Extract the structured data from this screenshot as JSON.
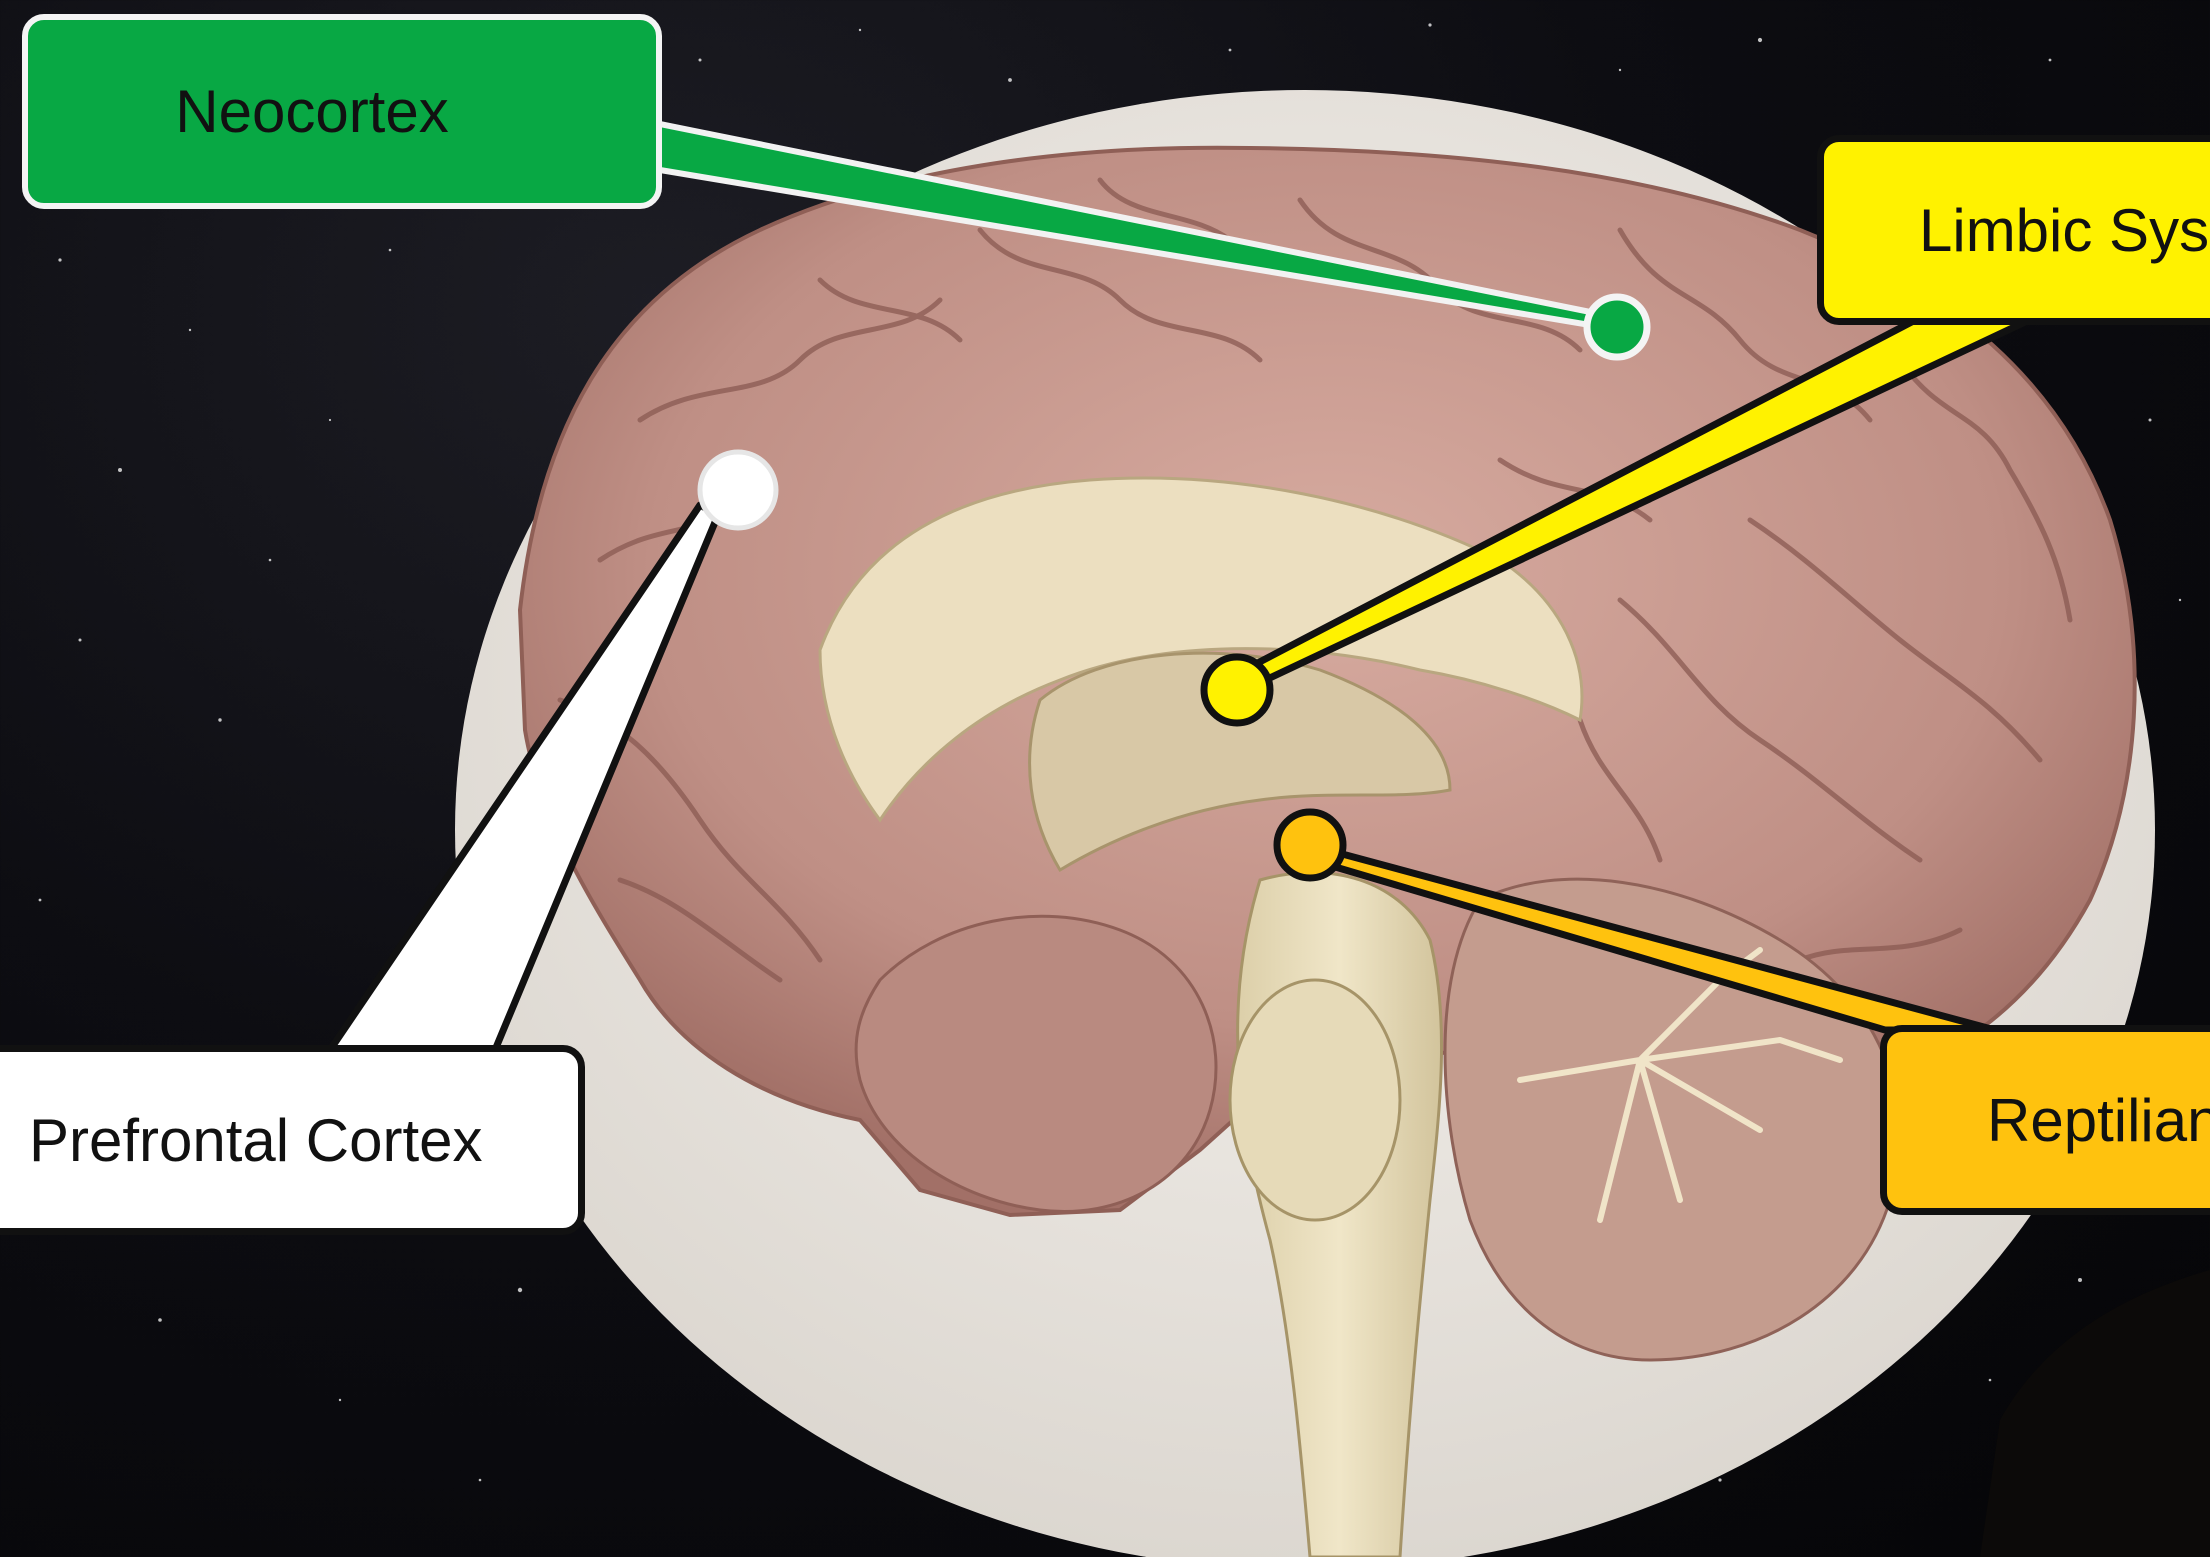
{
  "labels": {
    "neocortex": "Neocortex",
    "limbic": "Limbic Sys",
    "prefrontal": "Prefrontal Cortex",
    "reptilian": "Reptilian"
  },
  "colors": {
    "neocortex": "#08a844",
    "limbic": "#fff200",
    "prefrontal": "#ffffff",
    "reptilian": "#ffc20e",
    "brain_tissue": "#c4968c",
    "inner_tissue": "#eadcbc",
    "backdrop_circle": "#eeeae4",
    "sky": "#0b0b10"
  },
  "icons": [
    "neocortex-marker-icon",
    "limbic-marker-icon",
    "prefrontal-marker-icon",
    "reptilian-marker-icon"
  ]
}
